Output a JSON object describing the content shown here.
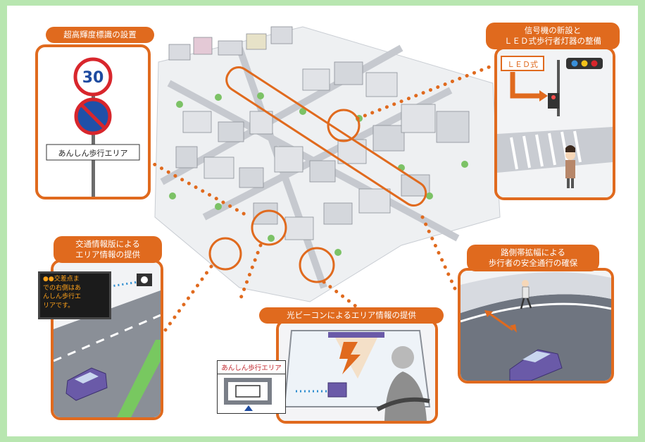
{
  "colors": {
    "accent": "#e06a1e",
    "frame": "#b8e6b0",
    "car": "#6a5aa8",
    "road": "#7a7f88"
  },
  "panels": {
    "sign": {
      "title": "超高輝度標識の設置",
      "speed_limit": "30",
      "plate": "あんしん歩行エリア"
    },
    "signal": {
      "title_line1": "信号機の新設と",
      "title_line2": "ＬＥＤ式歩行者灯器の整備",
      "led_label": "ＬＥＤ式"
    },
    "info_board": {
      "title_line1": "交通情報版による",
      "title_line2": "エリア情報の提供",
      "board_line1": "●●交差点ま",
      "board_line2": "での右側はあ",
      "board_line3": "んしん歩行エ",
      "board_line4": "リアです。"
    },
    "shoulder": {
      "title_line1": "路側帯拡幅による",
      "title_line2": "歩行者の安全通行の確保"
    },
    "beacon": {
      "title": "光ビーコンによるエリア情報の提供",
      "area_label": "あんしん歩行エリア"
    }
  }
}
